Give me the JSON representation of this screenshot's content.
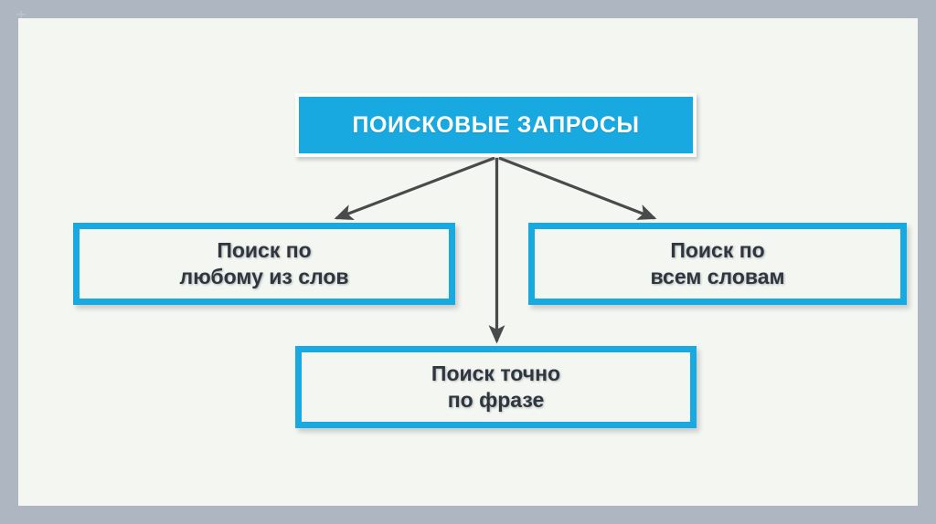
{
  "slide": {
    "title_box": {
      "label": "ПОИСКОВЫЕ ЗАПРОСЫ",
      "fill_color": "#18a9e0",
      "text_color": "#ffffff"
    },
    "nodes": [
      {
        "id": "any-words",
        "line1": "Поиск по",
        "line2": "любому из слов",
        "border_color": "#18a9e0",
        "text_color": "#2e3640"
      },
      {
        "id": "all-words",
        "line1": "Поиск по",
        "line2": "всем словам",
        "border_color": "#18a9e0",
        "text_color": "#2e3640"
      },
      {
        "id": "exact-phrase",
        "line1": "Поиск точно",
        "line2": "по фразе",
        "border_color": "#18a9e0",
        "text_color": "#2e3640"
      }
    ],
    "connectors": [
      {
        "id": "connector-to-any-words",
        "from": "title-box",
        "to": "any-words",
        "color": "#4a4a4a"
      },
      {
        "id": "connector-to-exact-phrase",
        "from": "title-box",
        "to": "exact-phrase",
        "color": "#4a4a4a"
      },
      {
        "id": "connector-to-all-words",
        "from": "title-box",
        "to": "all-words",
        "color": "#4a4a4a"
      }
    ],
    "colors": {
      "frame": "#aeb6c2",
      "canvas": "#f4f6f1",
      "accent": "#18a9e0",
      "arrow": "#4a4a4a"
    }
  }
}
